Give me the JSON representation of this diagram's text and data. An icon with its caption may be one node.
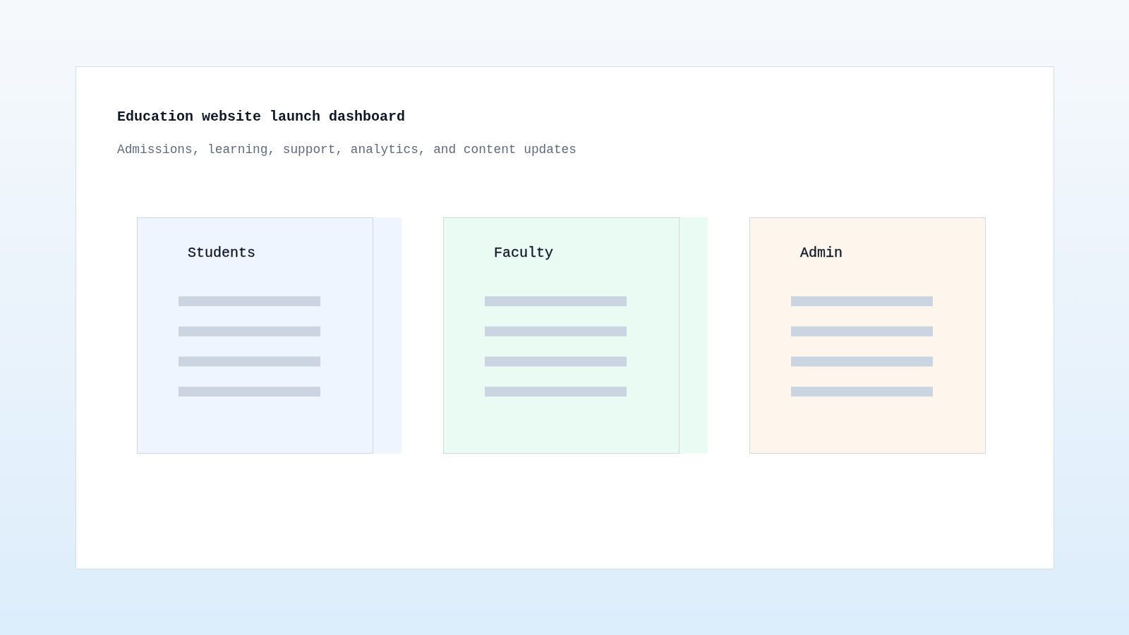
{
  "diagram": {
    "nodes": [
      {
        "text": [
          "Education website launch dashboard",
          "Admissions, learning, support, analytics, and content updates"
        ]
      },
      {
        "text": [
          "Students"
        ],
        "in": 0
      },
      {
        "text": [
          "Faculty"
        ],
        "in": 0
      },
      {
        "text": [
          "Admin"
        ],
        "in": 0
      }
    ]
  }
}
